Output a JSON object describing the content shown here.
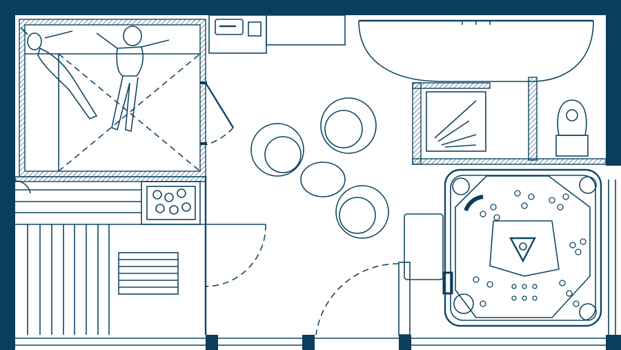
{
  "colors": {
    "wall": "#0b3d5c",
    "line": "#0e4562",
    "background": "#ffffff"
  },
  "rooms": [
    "sauna",
    "shower-room",
    "toilet",
    "lounge",
    "hot-tub-area",
    "changing-room"
  ],
  "icons": [
    "sauna-bench-icon",
    "person-icon",
    "sauna-stove-icon",
    "lounge-chair-icon",
    "shower-icon",
    "toilet-icon",
    "hot-tub-icon",
    "sink-icon",
    "door-swing-icon"
  ]
}
